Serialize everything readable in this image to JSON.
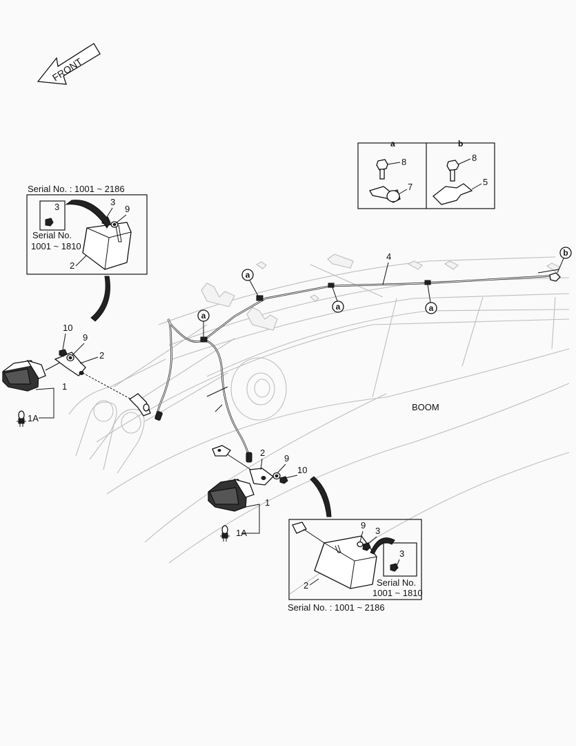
{
  "direction_label": "FRONT",
  "component_label": "BOOM",
  "detail_inset": {
    "view_a": "a",
    "view_b": "b",
    "parts": [
      "8",
      "7",
      "8",
      "5"
    ]
  },
  "routing_refs": [
    "a",
    "a",
    "a",
    "a",
    "b"
  ],
  "cable_ref": "4",
  "left_upper_inset": {
    "serial_caption": "Serial No. : 1001 ~ 2186",
    "sub_part": "3",
    "sub_serial_line1": "Serial No.",
    "sub_serial_line2": "1001 ~ 1810",
    "parts": [
      "3",
      "9",
      "2"
    ]
  },
  "left_lamp": {
    "parts": [
      "10",
      "9",
      "2",
      "1",
      "1A"
    ]
  },
  "right_lamp": {
    "parts": [
      "2",
      "9",
      "10",
      "1",
      "1A"
    ]
  },
  "right_lower_inset": {
    "serial_caption": "Serial No. : 1001 ~ 2186",
    "sub_part": "3",
    "sub_serial_line1": "Serial No.",
    "sub_serial_line2": "1001 ~ 1810",
    "parts": [
      "9",
      "3",
      "2"
    ]
  }
}
